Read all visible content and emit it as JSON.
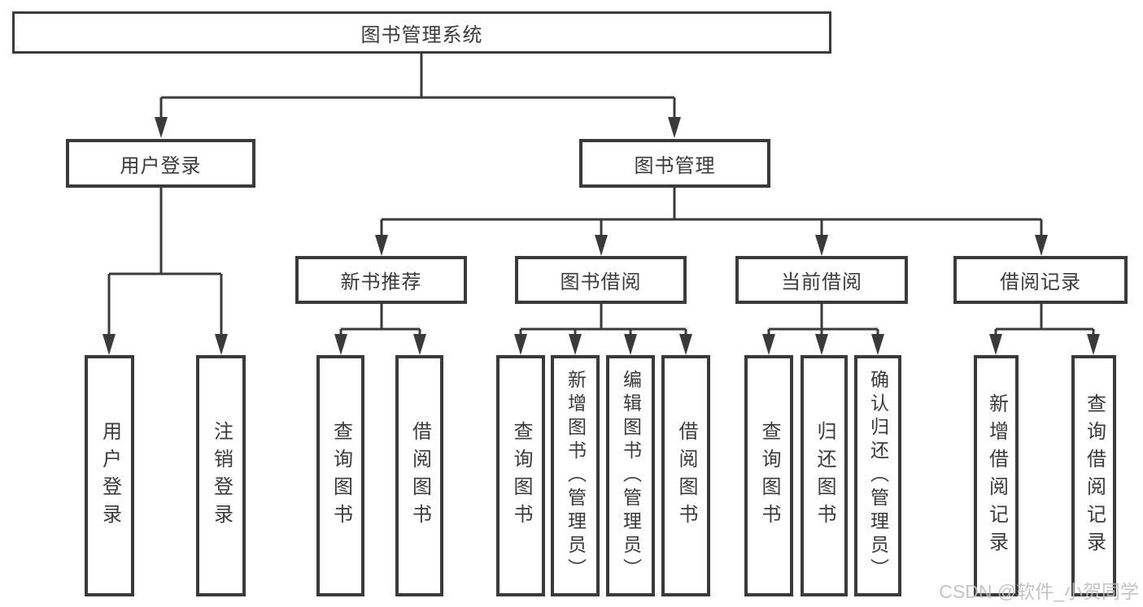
{
  "tree": {
    "root": {
      "label": "图书管理系统",
      "children": [
        {
          "label": "用户登录",
          "children": [
            {
              "label": "用户登录"
            },
            {
              "label": "注销登录"
            }
          ]
        },
        {
          "label": "图书管理",
          "children": [
            {
              "label": "新书推荐",
              "children": [
                {
                  "label": "查询图书"
                },
                {
                  "label": "借阅图书"
                }
              ]
            },
            {
              "label": "图书借阅",
              "children": [
                {
                  "label": "查询图书"
                },
                {
                  "label": "新增图书（管理员）"
                },
                {
                  "label": "编辑图书（管理员）"
                },
                {
                  "label": "借阅图书"
                }
              ]
            },
            {
              "label": "当前借阅",
              "children": [
                {
                  "label": "查询图书"
                },
                {
                  "label": "归还图书"
                },
                {
                  "label": "确认归还（管理员）"
                }
              ]
            },
            {
              "label": "借阅记录",
              "children": [
                {
                  "label": "新增借阅记录"
                },
                {
                  "label": "查询借阅记录"
                }
              ]
            }
          ]
        }
      ]
    }
  },
  "watermark": {
    "text": "CSDN @软件_小贺同学"
  },
  "colors": {
    "border": "#3a3a3a",
    "line": "#3a3a3a",
    "text": "#3a3a3a",
    "watermark": "#bebebe",
    "background": "#ffffff"
  }
}
